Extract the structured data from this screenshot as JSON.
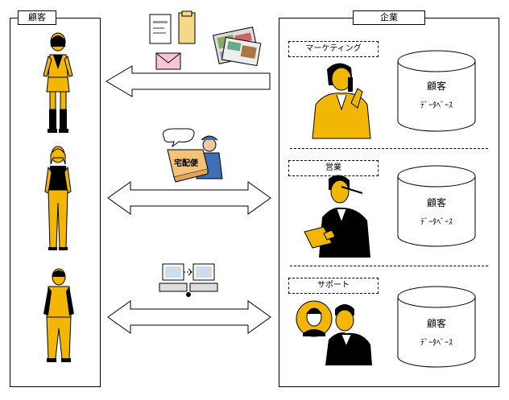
{
  "customer_panel": {
    "title": "顧客"
  },
  "company_panel": {
    "title": "企業"
  },
  "departments": [
    {
      "label": "マーケティング",
      "database": {
        "title": "顧客",
        "subtitle": "ﾃﾞｰﾀﾍﾞｰｽ"
      }
    },
    {
      "label": "営業",
      "database": {
        "title": "顧客",
        "subtitle": "ﾃﾞｰﾀﾍﾞｰｽ"
      }
    },
    {
      "label": "サポート",
      "database": {
        "title": "顧客",
        "subtitle": "ﾃﾞｰﾀﾍﾞｰｽ"
      }
    }
  ],
  "channels": [
    {
      "icon": "mail-documents-icon",
      "direction": "to-customer"
    },
    {
      "icon": "delivery-person-icon",
      "label": "宅配便",
      "direction": "both"
    },
    {
      "icon": "computers-network-icon",
      "direction": "both"
    }
  ],
  "colors": {
    "figure_fill": "#f2b705",
    "line": "#000000"
  }
}
